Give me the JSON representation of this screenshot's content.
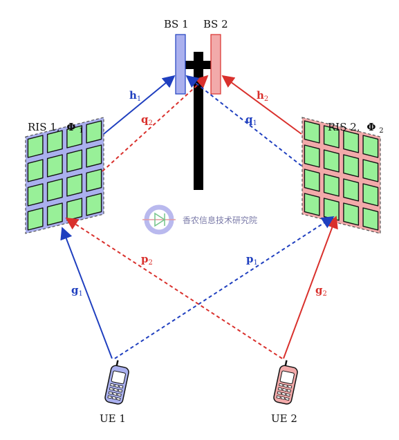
{
  "nodes": {
    "bs1": "BS 1",
    "bs2": "BS 2",
    "ris1": "RIS 1,",
    "ris1_phase": "Φ",
    "ris1_phase_sub": "1",
    "ris2": "RIS 2,",
    "ris2_phase": "Φ",
    "ris2_phase_sub": "2",
    "ue1": "UE 1",
    "ue2": "UE 2"
  },
  "links": {
    "h1": {
      "sym": "h",
      "sub": "1"
    },
    "h2": {
      "sym": "h",
      "sub": "2"
    },
    "q1": {
      "sym": "q",
      "sub": "1"
    },
    "q2": {
      "sym": "q",
      "sub": "2"
    },
    "p1": {
      "sym": "p",
      "sub": "1"
    },
    "p2": {
      "sym": "p",
      "sub": "2"
    },
    "g1": {
      "sym": "g",
      "sub": "1"
    },
    "g2": {
      "sym": "g",
      "sub": "2"
    }
  },
  "watermark": "香农信息技术研究院",
  "colors": {
    "blue": "#1f3fbf",
    "red": "#d9302c",
    "ris1_fill": "#aab0ee",
    "ris2_fill": "#f2aaaa",
    "cell_fill": "#98f098",
    "tower": "#000000"
  }
}
